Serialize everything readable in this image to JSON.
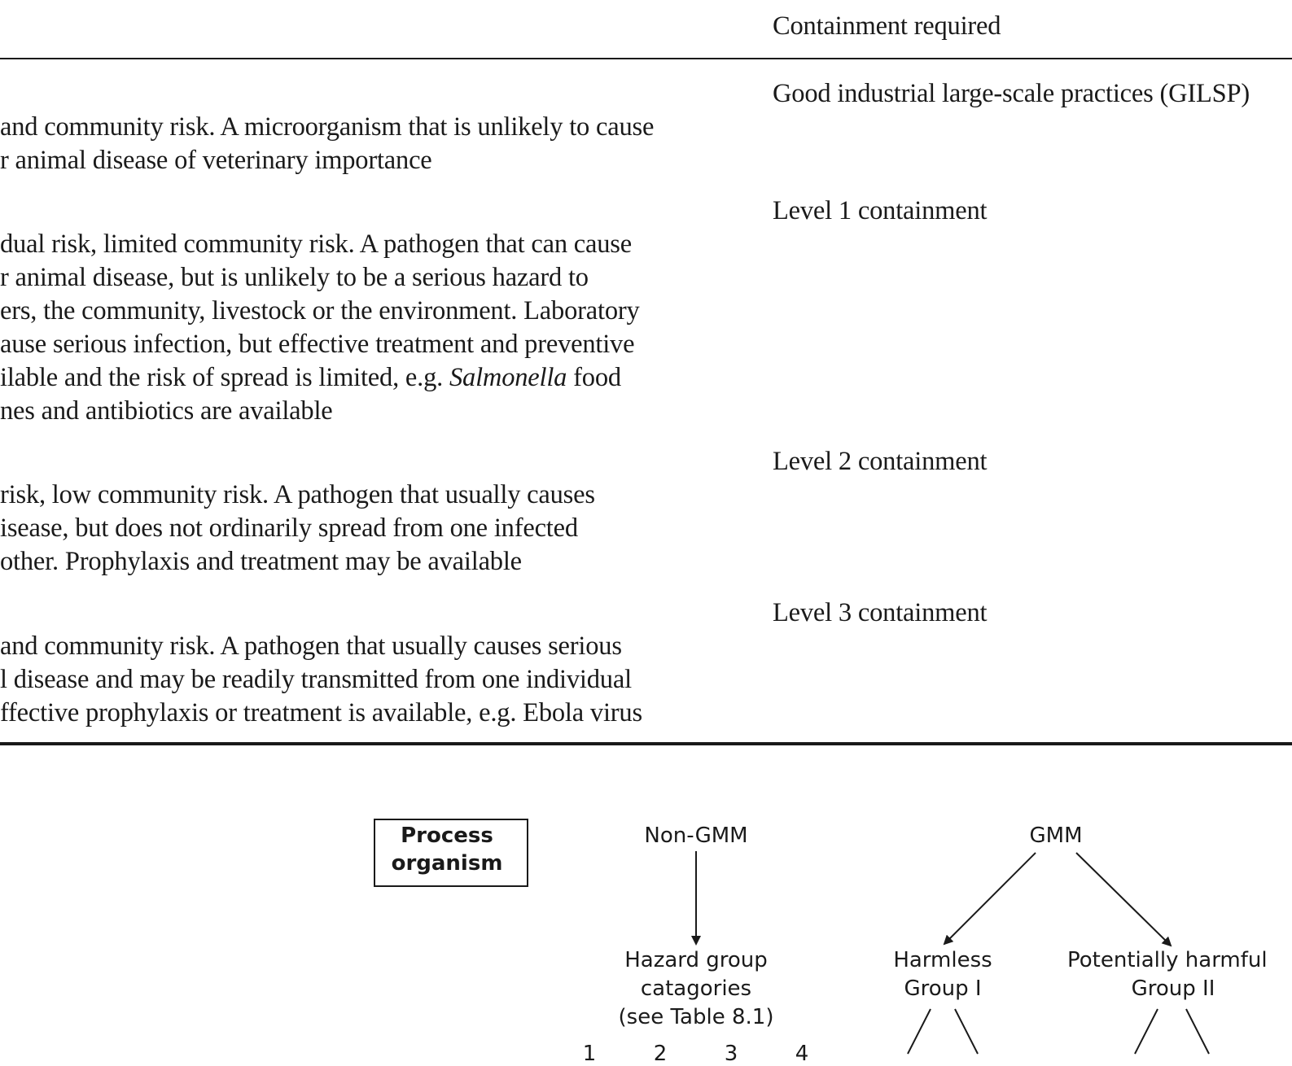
{
  "table": {
    "header": {
      "containment": "Containment required"
    },
    "rows": [
      {
        "containment": "Good industrial large-scale practices (GILSP)",
        "lines": [
          {
            "parts": [
              {
                "text": "and community risk. A microorganism that is unlikely to cause"
              }
            ]
          },
          {
            "parts": [
              {
                "text": "r animal disease of veterinary importance"
              }
            ]
          }
        ]
      },
      {
        "containment": "Level 1 containment",
        "lines": [
          {
            "parts": [
              {
                "text": "dual risk, limited community risk. A pathogen that can cause"
              }
            ]
          },
          {
            "parts": [
              {
                "text": "r animal disease, but is unlikely to be a serious hazard to"
              }
            ]
          },
          {
            "parts": [
              {
                "text": "ers, the community, livestock or the environment. Laboratory"
              }
            ]
          },
          {
            "parts": [
              {
                "text": "ause serious infection, but effective treatment and preventive"
              }
            ]
          },
          {
            "parts": [
              {
                "text": "ilable and the risk of spread is limited, e.g. "
              },
              {
                "text": "Salmonella",
                "italic": true
              },
              {
                "text": " food"
              }
            ]
          },
          {
            "parts": [
              {
                "text": "nes and antibiotics are available"
              }
            ]
          }
        ]
      },
      {
        "containment": "Level 2 containment",
        "lines": [
          {
            "parts": [
              {
                "text": "risk, low community risk. A pathogen that usually causes"
              }
            ]
          },
          {
            "parts": [
              {
                "text": "isease, but does not ordinarily spread from one infected"
              }
            ]
          },
          {
            "parts": [
              {
                "text": "other. Prophylaxis and treatment may be available"
              }
            ]
          }
        ]
      },
      {
        "containment": "Level 3 containment",
        "lines": [
          {
            "parts": [
              {
                "text": "and community risk. A pathogen that usually causes serious"
              }
            ]
          },
          {
            "parts": [
              {
                "text": "l disease and may be readily transmitted from one individual"
              }
            ]
          },
          {
            "parts": [
              {
                "text": "ffective prophylaxis or treatment is available, e.g. Ebola virus"
              }
            ]
          }
        ]
      }
    ]
  },
  "diagram": {
    "process_box": [
      "Process",
      "organism"
    ],
    "non_gmm": "Non-GMM",
    "gmm": "GMM",
    "hazard": [
      "Hazard group",
      "catagories",
      "(see Table 8.1)"
    ],
    "harmless": [
      "Harmless",
      "Group I"
    ],
    "harmful": [
      "Potentially harmful",
      "Group II"
    ],
    "hazard_numbers": [
      "1",
      "2",
      "3",
      "4"
    ]
  }
}
